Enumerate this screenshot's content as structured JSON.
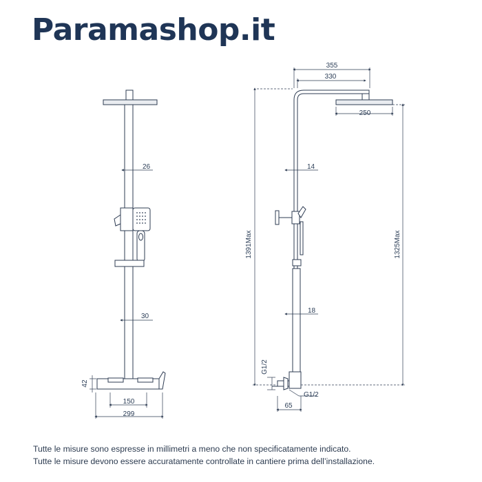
{
  "brand": {
    "name": "Paramashop.it"
  },
  "colors": {
    "brand": "#1f3556",
    "line": "#2d3b52",
    "dim": "#6b7d96",
    "text": "#2b3a4f"
  },
  "front_view": {
    "dimensions": {
      "column_width": "26",
      "bar_width": "30",
      "valve_height": "42",
      "inlet_spacing": "150",
      "total_width": "299"
    }
  },
  "side_view": {
    "dimensions": {
      "arm_reach": "355",
      "arm_length": "330",
      "head_diameter": "250",
      "upper_pipe_width": "14",
      "lower_pipe_width": "18",
      "overall_height": "1391Max",
      "head_height": "1325Max",
      "inlet_thread": "G1/2",
      "outlet_thread": "G1/2",
      "wall_offset": "65"
    }
  },
  "notes": [
    "Tutte le misure sono espresse in millimetri a meno che non specificatamente indicato.",
    "Tutte le misure devono essere accuratamente controllate in cantiere prima dell’installazione."
  ]
}
